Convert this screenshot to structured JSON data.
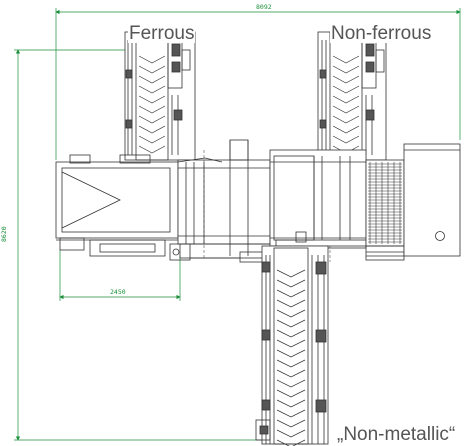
{
  "labels": {
    "ferrous": "Ferrous",
    "non_ferrous": "Non-ferrous",
    "non_metallic": "„Non-metallic“"
  },
  "dimensions": {
    "overall_width": "8092",
    "overall_height": "8620",
    "feeder_width": "2450"
  },
  "colors": {
    "line": "#333333",
    "dimension": "#1a8f3a",
    "label": "#555555"
  }
}
